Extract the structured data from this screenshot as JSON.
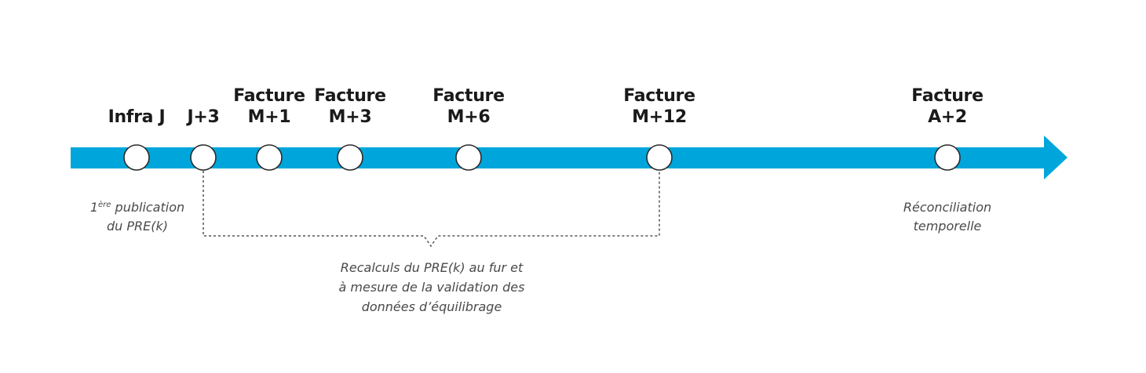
{
  "colors": {
    "arrow": "#00a6db",
    "node_fill": "#ffffff",
    "node_stroke": "#2b2b2b",
    "label_text": "#1a1a1a",
    "note_text": "#4a4a4a",
    "bracket": "#555555"
  },
  "milestones": [
    {
      "id": "infra-j",
      "lines": [
        "Infra J"
      ]
    },
    {
      "id": "j3",
      "lines": [
        "J+3"
      ]
    },
    {
      "id": "m1",
      "lines": [
        "Facture",
        "M+1"
      ]
    },
    {
      "id": "m3",
      "lines": [
        "Facture",
        "M+3"
      ]
    },
    {
      "id": "m6",
      "lines": [
        "Facture",
        "M+6"
      ]
    },
    {
      "id": "m12",
      "lines": [
        "Facture",
        "M+12"
      ]
    },
    {
      "id": "a2",
      "lines": [
        "Facture",
        "A+2"
      ]
    }
  ],
  "notes": {
    "first_publication": {
      "prefix": "1",
      "superscript": "ère",
      "line1_rest": " publication",
      "line2": "du PRE(k)"
    },
    "reconciliation": {
      "line1": "Réconciliation",
      "line2": "temporelle"
    },
    "recalculations": {
      "line1": "Recalculs du PRE(k) au fur et",
      "line2": "à mesure de la validation des",
      "line3": "données d’équilibrage"
    }
  }
}
